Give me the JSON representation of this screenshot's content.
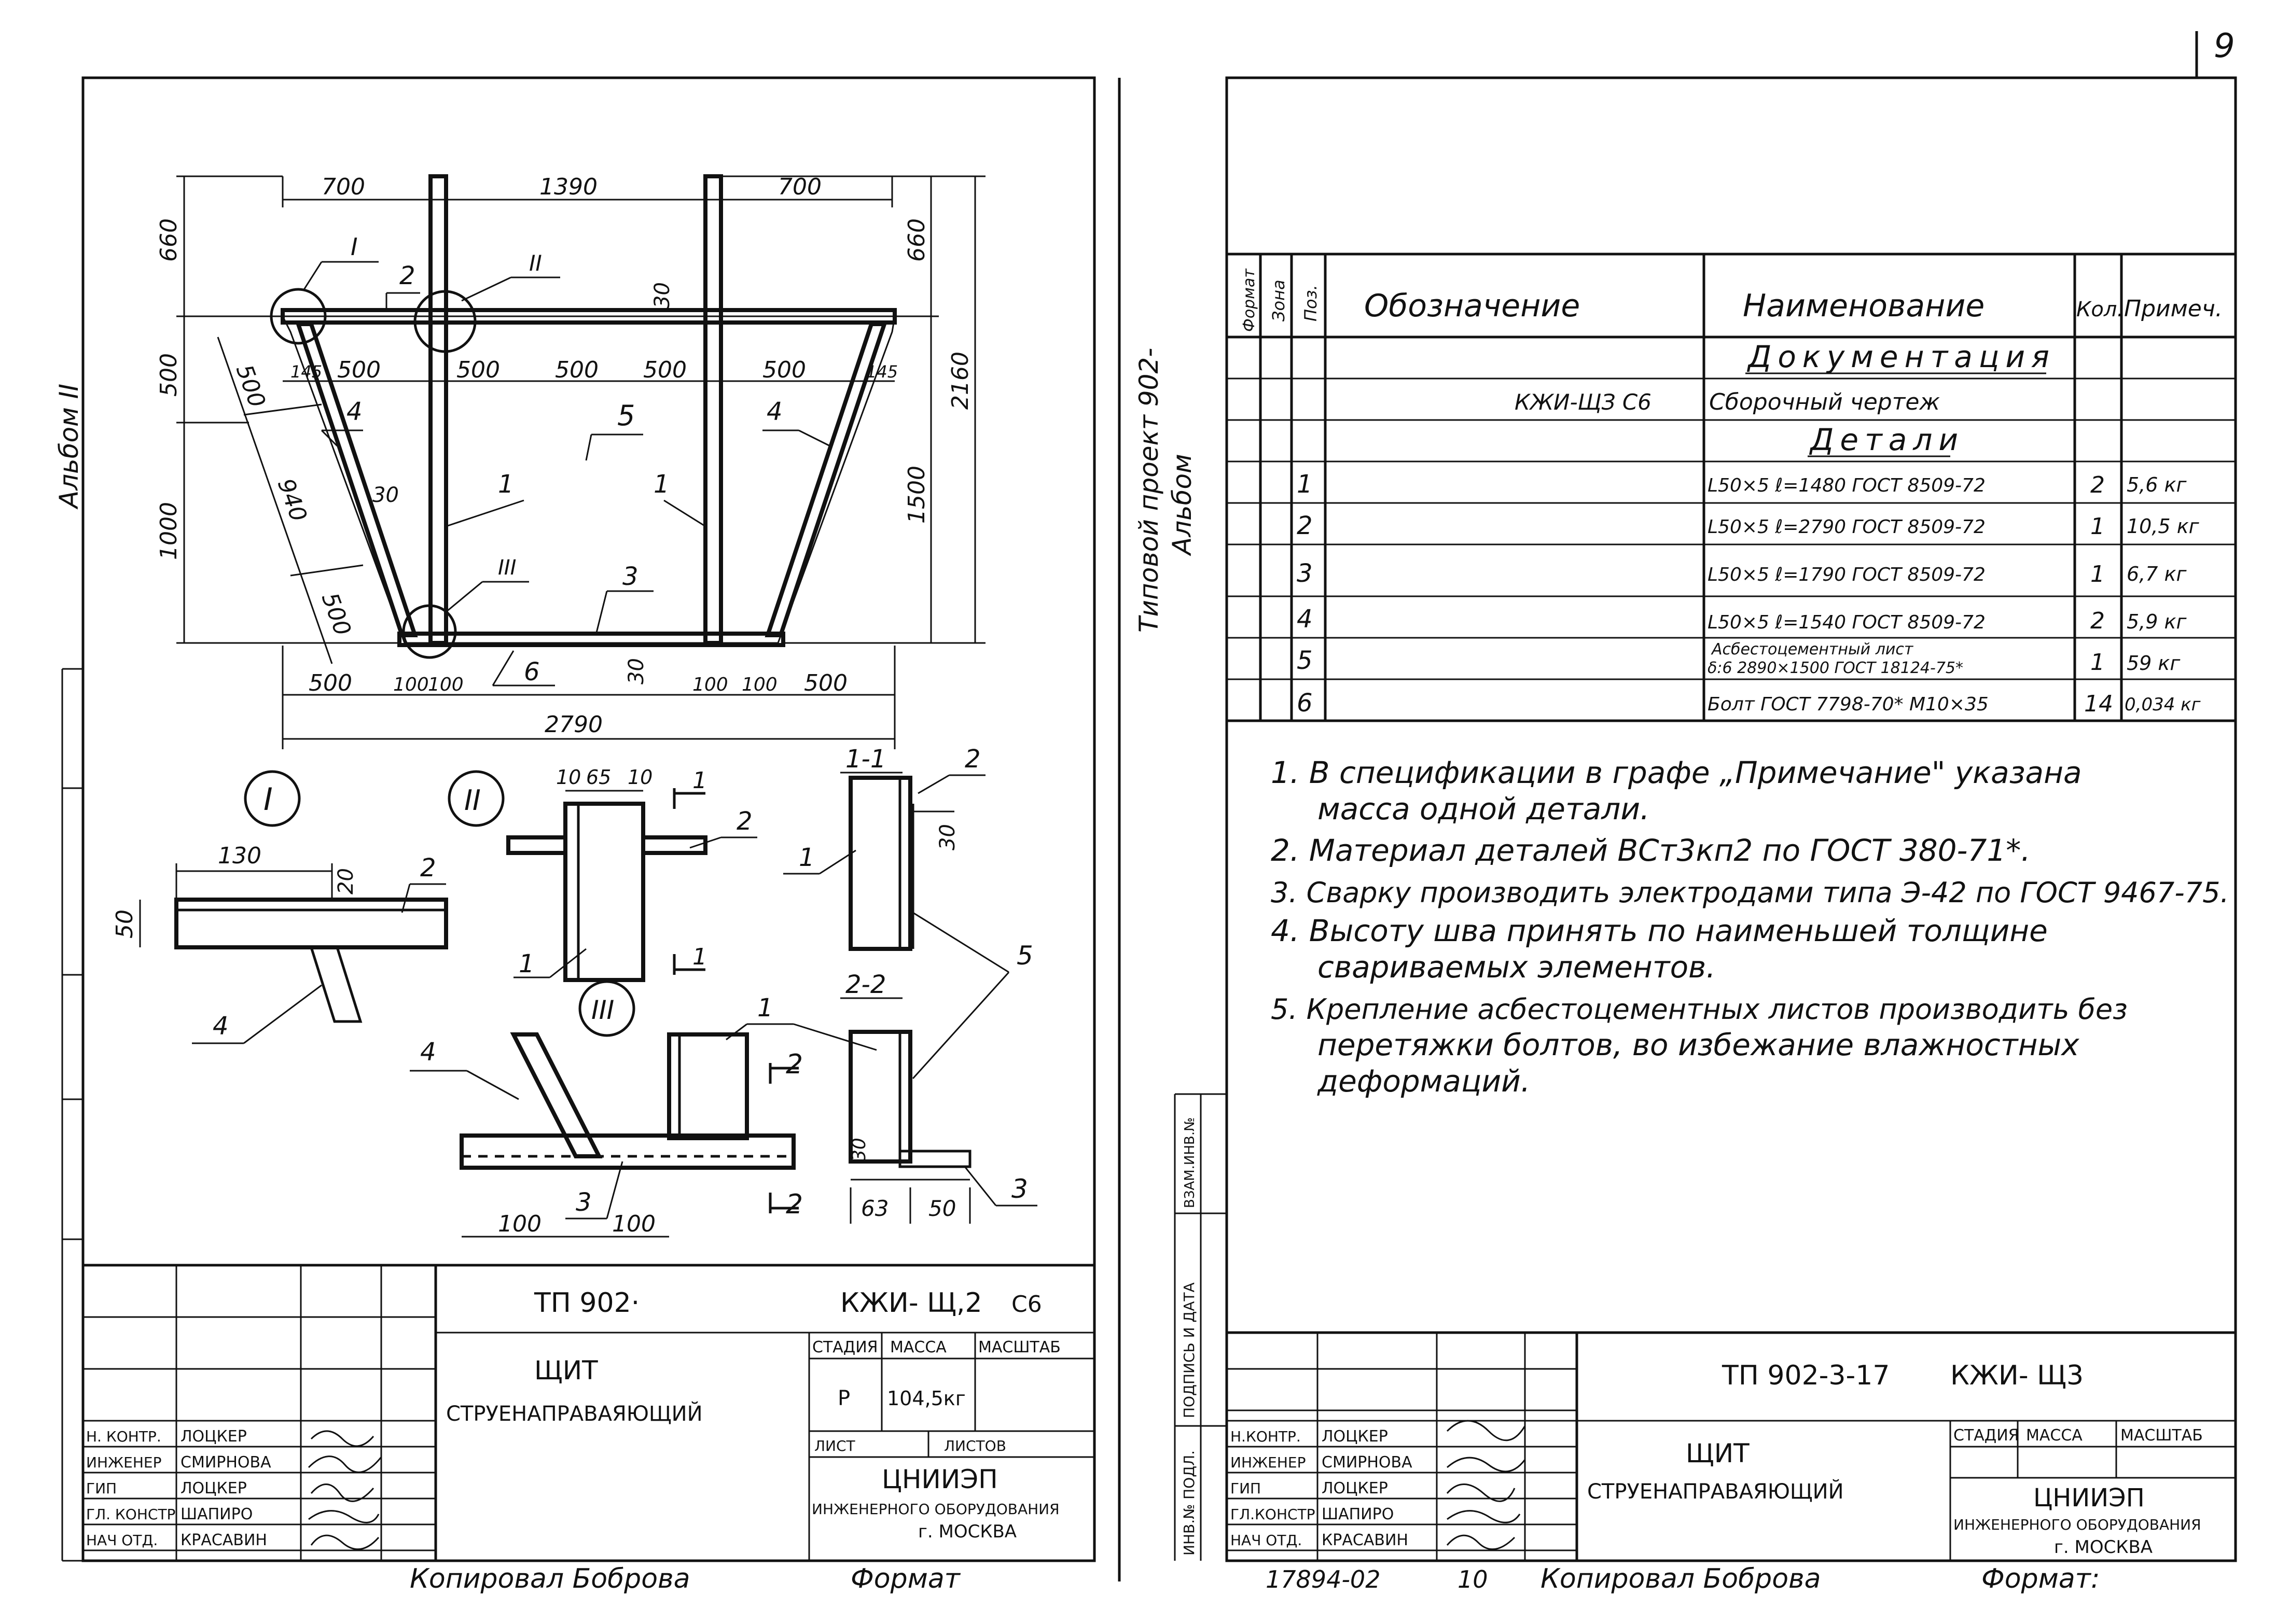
{
  "page_number": "9",
  "album_label": "Альбом II",
  "project_label": "Типовой проект 902-",
  "project_label2": "Альбом",
  "drawing": {
    "dims_top": [
      "700",
      "1390",
      "700"
    ],
    "dims_left": [
      "660",
      "500",
      "1000"
    ],
    "dims_right": [
      "660",
      "2160",
      "1500"
    ],
    "dims_inner_row": [
      "145",
      "500",
      "500",
      "500",
      "500",
      "500",
      "145"
    ],
    "dims_bottom": [
      "500",
      "100",
      "100",
      "100",
      "100",
      "500"
    ],
    "dim_overall_bottom": "2790",
    "dims_diag": [
      "500",
      "940",
      "500"
    ],
    "dim_30": "30",
    "positions": [
      "1",
      "2",
      "3",
      "4",
      "5",
      "6"
    ],
    "nodes": [
      "I",
      "II",
      "III"
    ],
    "section_1": "1-1",
    "section_2": "2-2",
    "detail_I": {
      "d130": "130",
      "d50": "50",
      "d20": "20"
    },
    "detail_II": {
      "d10a": "10",
      "d65": "65",
      "d10b": "10"
    },
    "detail_III": {
      "d100a": "100",
      "d100b": "100"
    },
    "section_dims": {
      "d30a": "30",
      "d30b": "30",
      "d63": "63",
      "d50": "50"
    }
  },
  "left_title_block": {
    "code_prefix": "ТП 902·",
    "code": "КЖИ- Щ,2",
    "sheet_mark": "С6",
    "title_line1": "ЩИТ",
    "title_line2": "СТРУЕНАПРАВАЯЮЩИЙ",
    "stage_header": "СТАДИЯ",
    "mass_header": "МАССА",
    "scale_header": "МАСШТАБ",
    "stage_value": "Р",
    "mass_value": "104,5кг",
    "sheet_label": "ЛИСТ",
    "sheets_label": "ЛИСТОВ",
    "org_line1": "ЦНИИЭП",
    "org_line2": "ИНЖЕНЕРНОГО ОБОРУДОВАНИЯ",
    "org_line3": "г. МОСКВА",
    "people": [
      {
        "role": "Н. КОНТР.",
        "name": "ЛОЦКЕР"
      },
      {
        "role": "ИНЖЕНЕР",
        "name": "СМИРНОВА"
      },
      {
        "role": "ГИП",
        "name": "ЛОЦКЕР"
      },
      {
        "role": "ГЛ. КОНСТР",
        "name": "ШАПИРО"
      },
      {
        "role": "НАЧ ОТД.",
        "name": "КРАСАВИН"
      }
    ],
    "copied_by": "Копировал Боброва",
    "format_label": "Формат"
  },
  "spec_table": {
    "headers": [
      "Формат",
      "Зона",
      "Поз.",
      "Обозначение",
      "Наименование",
      "Кол.",
      "Примеч."
    ],
    "section_documentation": "Документация",
    "doc_row": {
      "designation": "КЖИ-ЩЗ  С6",
      "name": "Сборочный чертеж"
    },
    "section_details": "Детали",
    "rows": [
      {
        "pos": "1",
        "name": "L50×5  ℓ=1480  ГОСТ 8509-72",
        "qty": "2",
        "note": "5,6 кг"
      },
      {
        "pos": "2",
        "name": "L50×5  ℓ=2790  ГОСТ 8509-72",
        "qty": "1",
        "note": "10,5 кг"
      },
      {
        "pos": "3",
        "name": "L50×5  ℓ=1790  ГОСТ 8509-72",
        "qty": "1",
        "note": "6,7 кг"
      },
      {
        "pos": "4",
        "name": "L50×5  ℓ=1540  ГОСТ 8509-72",
        "qty": "2",
        "note": "5,9 кг"
      },
      {
        "pos": "5",
        "name": "Асбестоцементный лист",
        "name2": "δ:6  2890×1500  ГОСТ 18124-75*",
        "qty": "1",
        "note": "59 кг"
      },
      {
        "pos": "6",
        "name": "Болт ГОСТ 7798-70* М10×35",
        "qty": "14",
        "note": "0,034 кг"
      }
    ]
  },
  "notes": [
    "1. В спецификации в графе „Примечание\" указана",
    "масса одной детали.",
    "2. Материал деталей  ВСт3кп2  по ГОСТ 380-71*.",
    "3. Сварку производить электродами типа Э-42 по ГОСТ 9467-75.",
    "4. Высоту шва принять по наименьшей толщине",
    "свариваемых элементов.",
    "5. Крепление асбестоцементных листов производить без",
    "перетяжки болтов, во избежание влажностных",
    "деформаций."
  ],
  "stamp_side": [
    "ИНВ.№ ПОДЛ.",
    "ПОДПИСЬ И ДАТА",
    "ВЗАМ.ИНВ.№"
  ],
  "right_title_block": {
    "code": "ТП 902-3-17",
    "code2": "КЖИ- Щ3",
    "title_line1": "ЩИТ",
    "title_line2": "СТРУЕНАПРАВАЯЮЩИЙ",
    "stage_header": "СТАДИЯ",
    "mass_header": "МАССА",
    "scale_header": "МАСШТАБ",
    "org_line1": "ЦНИИЭП",
    "org_line2": "ИНЖЕНЕРНОГО ОБОРУДОВАНИЯ",
    "org_line3": "г. МОСКВА",
    "people": [
      {
        "role": "Н.КОНТР.",
        "name": "ЛОЦКЕР"
      },
      {
        "role": "ИНЖЕНЕР",
        "name": "СМИРНОВА"
      },
      {
        "role": "ГИП",
        "name": "ЛОЦКЕР"
      },
      {
        "role": "ГЛ.КОНСТР",
        "name": "ШАПИРО"
      },
      {
        "role": "НАЧ ОТД.",
        "name": "КРАСАВИН"
      }
    ],
    "footer_number": "17894-02",
    "footer_sheet": "10",
    "copied_by": "Копировал Боброва",
    "format_label": "Формат:"
  }
}
